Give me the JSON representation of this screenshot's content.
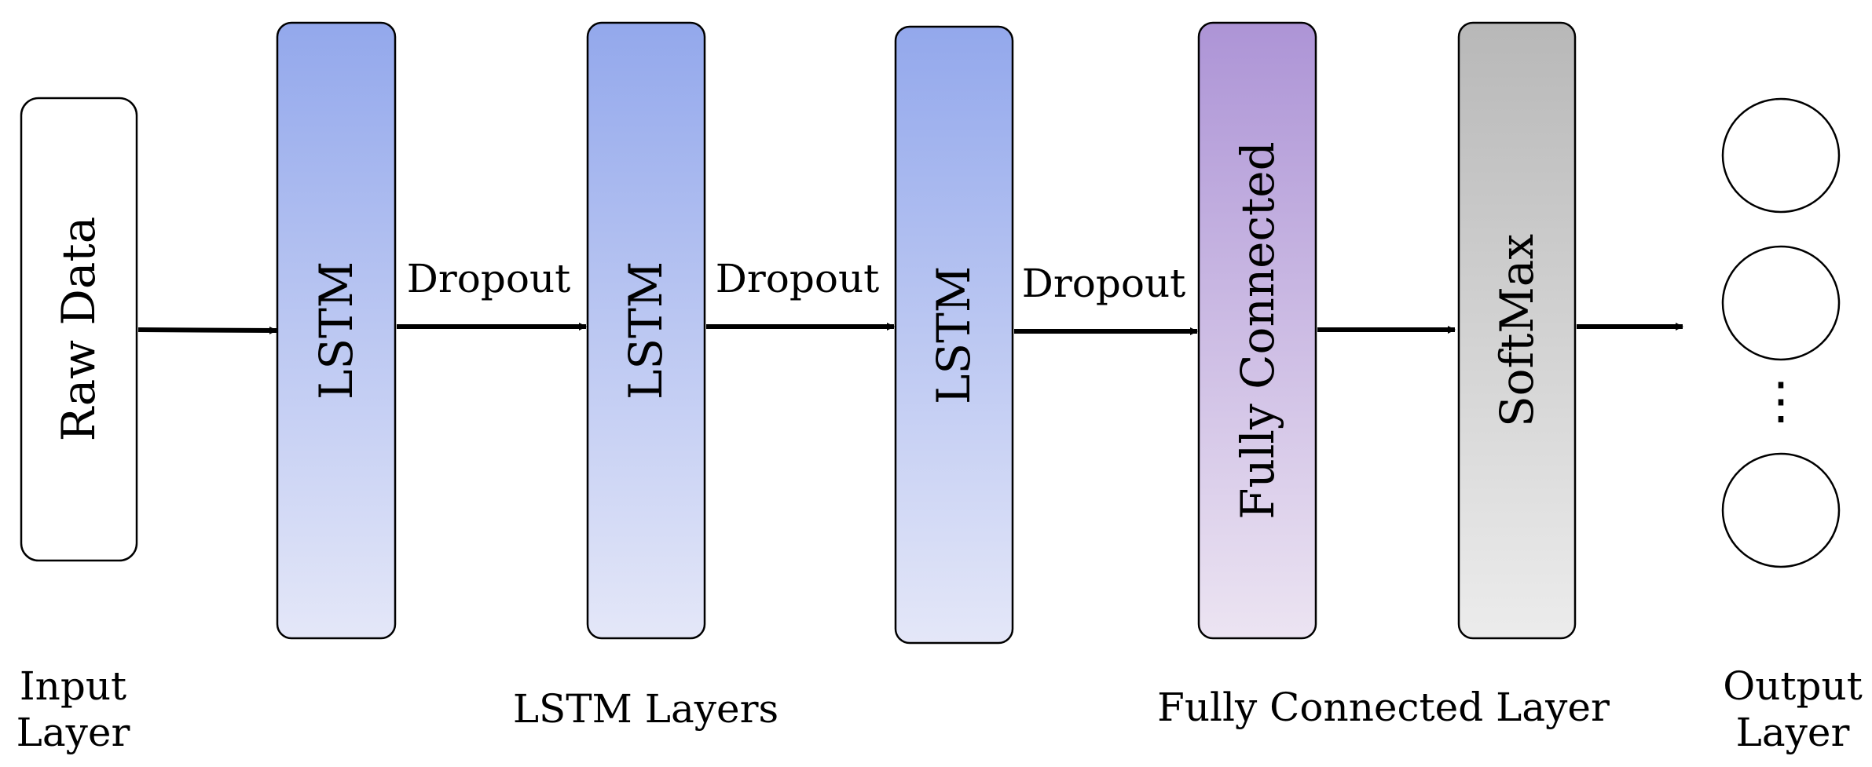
{
  "blocks": {
    "raw_data": "Raw Data",
    "lstm_1": "LSTM",
    "lstm_2": "LSTM",
    "lstm_3": "LSTM",
    "fully_connected": "Fully Connected",
    "softmax": "SoftMax"
  },
  "edges": {
    "dropout_1": "Dropout",
    "dropout_2": "Dropout",
    "dropout_3": "Dropout"
  },
  "output": {
    "ellipsis": "⋮"
  },
  "captions": {
    "input_line1": "Input",
    "input_line2": "Layer",
    "lstm_layers": "LSTM Layers",
    "fc_layer": "Fully Connected Layer",
    "output_line1": "Output",
    "output_line2": "Layer"
  },
  "colors": {
    "lstm_top": "#93a8ec",
    "lstm_bottom": "#e4e7f8",
    "fc_top": "#ad94d6",
    "fc_bottom": "#ece4f2",
    "softmax_top": "#b8b8b8",
    "softmax_bottom": "#ececec",
    "stroke": "#000000"
  }
}
